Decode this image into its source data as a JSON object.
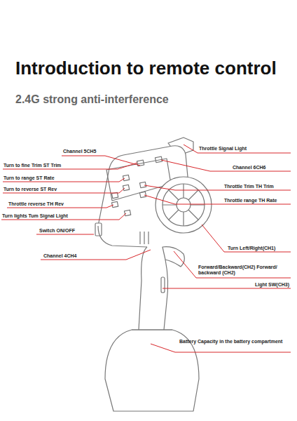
{
  "diagram": {
    "title": "Introduction to remote control",
    "caption": "2.4G strong anti-interference",
    "labels": [
      "Channel 5CH5",
      "Throttle Signal Light",
      "Turn to fine Trim ST Trim",
      "Channel 6CH6",
      "Turn to range ST Rate",
      "Turn to reverse ST Rev",
      "Throttle Trim TH Trim",
      "Throttle range TH Rate",
      "Throttle reverse TH Rev",
      "Turn lights Tum Signal Light",
      "Switch ON/OFF",
      "Turn Left/Right(CH1)",
      "Forward/Backward(CH2) Forward/ backward (CH2)",
      "Channel 4CH4",
      "Light SW(CH3)",
      "Battery Capacity in the battery compartment"
    ]
  }
}
